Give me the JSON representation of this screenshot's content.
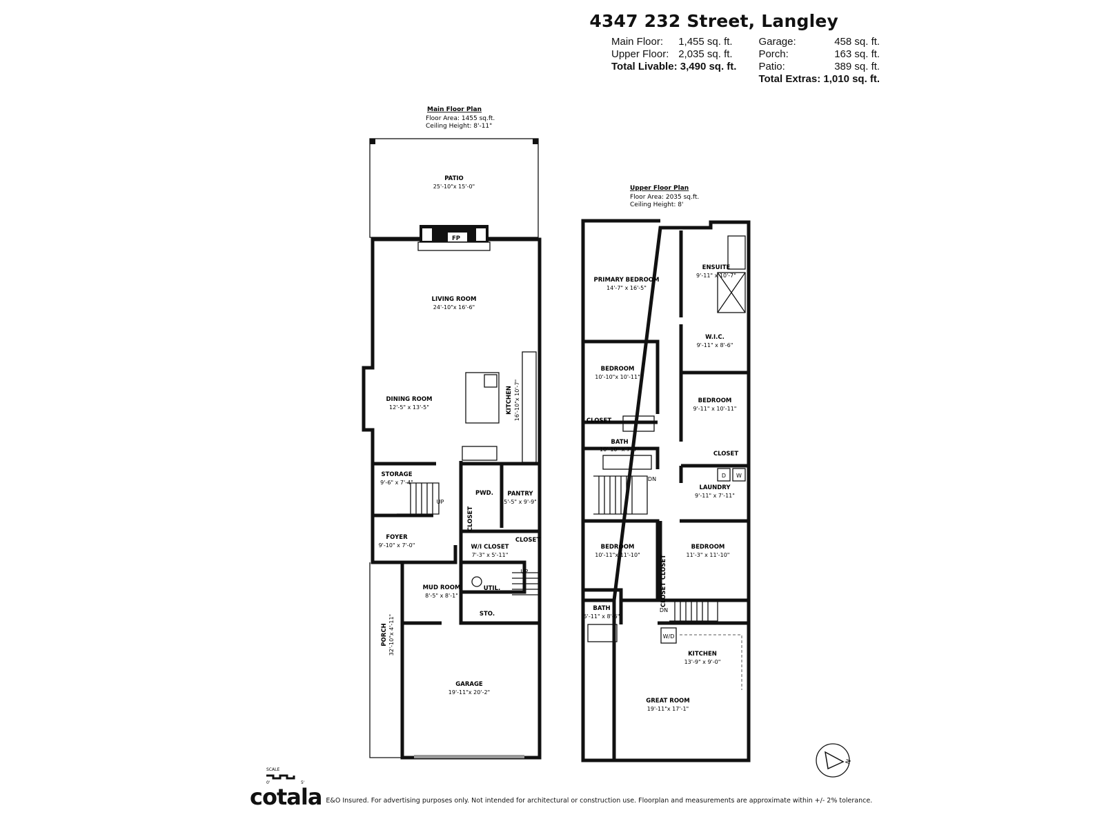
{
  "header": {
    "address": "4347 232 Street, Langley",
    "stats_left": [
      {
        "label": "Main Floor:",
        "value": "1,455",
        "unit": "sq. ft."
      },
      {
        "label": "Upper Floor:",
        "value": "2,035",
        "unit": "sq. ft."
      }
    ],
    "total_livable": {
      "label": "Total Livable:",
      "value": "3,490 sq. ft."
    },
    "stats_right": [
      {
        "label": "Garage:",
        "value": "458",
        "unit": "sq. ft."
      },
      {
        "label": "Porch:",
        "value": "163",
        "unit": "sq. ft."
      },
      {
        "label": "Patio:",
        "value": "389",
        "unit": "sq. ft."
      }
    ],
    "total_extras": {
      "label": "Total Extras:",
      "value": "1,010 sq. ft."
    }
  },
  "main_floor": {
    "heading": "Main Floor Plan",
    "area": "Floor Area: 1455 sq.ft.",
    "ceiling": "Ceiling Height: 8'-11\"",
    "rooms": [
      {
        "name": "PATIO",
        "dim": "25'-10\"x 15'-0\""
      },
      {
        "name": "FP",
        "dim": ""
      },
      {
        "name": "LIVING ROOM",
        "dim": "24'-10\"x 16'-6\""
      },
      {
        "name": "DINING ROOM",
        "dim": "12'-5\" x 13'-5\""
      },
      {
        "name": "KITCHEN",
        "dim": "16'-10\"x 10'-7\""
      },
      {
        "name": "STORAGE",
        "dim": "9'-6\" x 7'-4\""
      },
      {
        "name": "PWD.",
        "dim": ""
      },
      {
        "name": "PANTRY",
        "dim": "5'-5\" x 9'-9\""
      },
      {
        "name": "CLOSET",
        "dim": ""
      },
      {
        "name": "FOYER",
        "dim": "9'-10\" x 7'-0\""
      },
      {
        "name": "W/I CLOSET",
        "dim": "7'-3\" x 5'-11\""
      },
      {
        "name": "CLOSET",
        "dim": ""
      },
      {
        "name": "MUD ROOM",
        "dim": "8'-5\" x 8'-1\""
      },
      {
        "name": "UTIL.",
        "dim": ""
      },
      {
        "name": "STO.",
        "dim": ""
      },
      {
        "name": "PORCH",
        "dim": "32'-10\"x 4'-11\""
      },
      {
        "name": "GARAGE",
        "dim": "19'-11\"x 20'-2\""
      }
    ],
    "stair_up": "UP"
  },
  "upper_floor": {
    "heading": "Upper Floor Plan",
    "area": "Floor Area: 2035 sq.ft.",
    "ceiling": "Ceiling Height: 8'",
    "rooms": [
      {
        "name": "PRIMARY BEDROOM",
        "dim": "14'-7\" x 16'-5\""
      },
      {
        "name": "ENSUITE",
        "dim": "9'-11\" x 10'-7\""
      },
      {
        "name": "W.I.C.",
        "dim": "9'-11\" x 8'-6\""
      },
      {
        "name": "BEDROOM",
        "dim": "10'-10\"x 10'-11\""
      },
      {
        "name": "CLOSET",
        "dim": ""
      },
      {
        "name": "BATH",
        "dim": "10'-10\" x 7'-7\""
      },
      {
        "name": "BEDROOM",
        "dim": "9'-11\" x 10'-11\""
      },
      {
        "name": "CLOSET",
        "dim": ""
      },
      {
        "name": "LAUNDRY",
        "dim": "9'-11\" x 7'-11\""
      },
      {
        "name": "BEDROOM",
        "dim": "10'-11\"x 11'-10\""
      },
      {
        "name": "BEDROOM",
        "dim": "11'-3\" x 11'-10\""
      },
      {
        "name": "CLOSET",
        "dim": ""
      },
      {
        "name": "CLOSET",
        "dim": ""
      },
      {
        "name": "BATH",
        "dim": "5'-11\" x 8'-6\""
      },
      {
        "name": "KITCHEN",
        "dim": "13'-9\" x 9'-0\""
      },
      {
        "name": "GREAT ROOM",
        "dim": "19'-11\"x 17'-1\""
      }
    ],
    "stair_down": "DN",
    "appliances": {
      "dryer": "D",
      "washer": "W",
      "washer_dryer": "W/D"
    }
  },
  "scale": {
    "label": "SCALE",
    "min": "0'",
    "max": "5'"
  },
  "compass": {
    "letter": "N"
  },
  "footer": {
    "logo": "cotala",
    "disclaimer": "E&O Insured. For advertising purposes only. Not intended for architectural or construction use. Floorplan and measurements are approximate within +/- 2% tolerance."
  }
}
